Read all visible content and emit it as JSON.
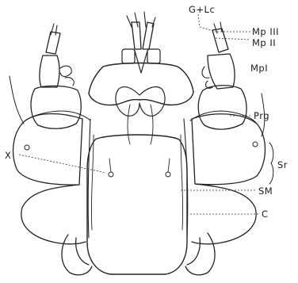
{
  "labels": {
    "g_lc": "G+Lc",
    "mp3": "Mp III",
    "mp2": "Mp II",
    "mp1": "MpI",
    "prg": "Prg",
    "x": "X",
    "sr": "Sr",
    "sm": "SM",
    "c": "C"
  },
  "colors": {
    "ink": "#222222",
    "paper": "#ffffff"
  }
}
